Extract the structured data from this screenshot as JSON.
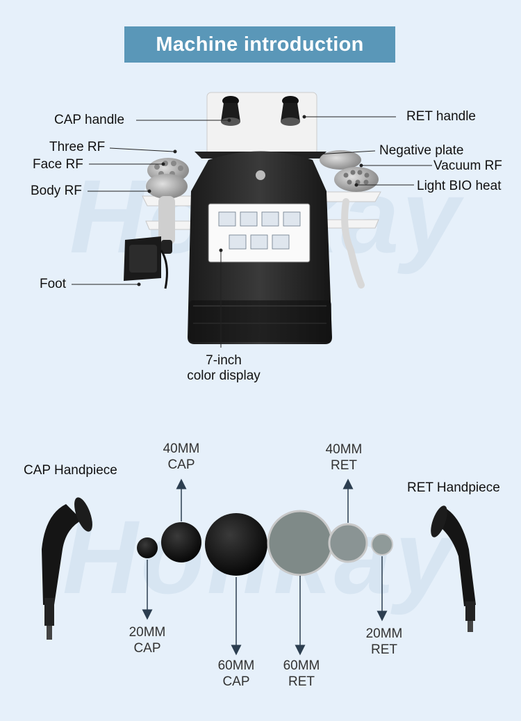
{
  "watermark": "Honkay",
  "title": "Machine introduction",
  "machine_labels": {
    "cap_handle": "CAP handle",
    "ret_handle": "RET handle",
    "three_rf": "Three RF",
    "face_rf": "Face RF",
    "body_rf": "Body RF",
    "foot": "Foot",
    "negative_plate": "Negative plate",
    "vacuum_rf": "Vacuum RF",
    "light_bio_heat": "Light BIO heat",
    "display_line1": "7-inch",
    "display_line2": "color display"
  },
  "handpieces": {
    "cap": "CAP Handpiece",
    "ret": "RET Handpiece"
  },
  "heads": [
    {
      "size": "40MM",
      "type": "CAP"
    },
    {
      "size": "20MM",
      "type": "CAP"
    },
    {
      "size": "60MM",
      "type": "CAP"
    },
    {
      "size": "60MM",
      "type": "RET"
    },
    {
      "size": "40MM",
      "type": "RET"
    },
    {
      "size": "20MM",
      "type": "RET"
    }
  ],
  "colors": {
    "title_bg": "#5a97b8",
    "background": "#e6f0fa"
  }
}
